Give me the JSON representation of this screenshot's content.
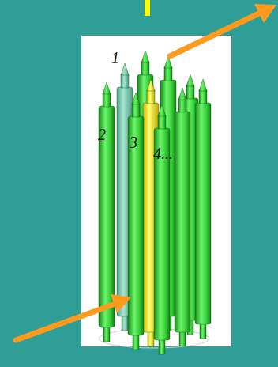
{
  "diagram": {
    "labels": [
      "1",
      "2",
      "3",
      "4..."
    ]
  }
}
